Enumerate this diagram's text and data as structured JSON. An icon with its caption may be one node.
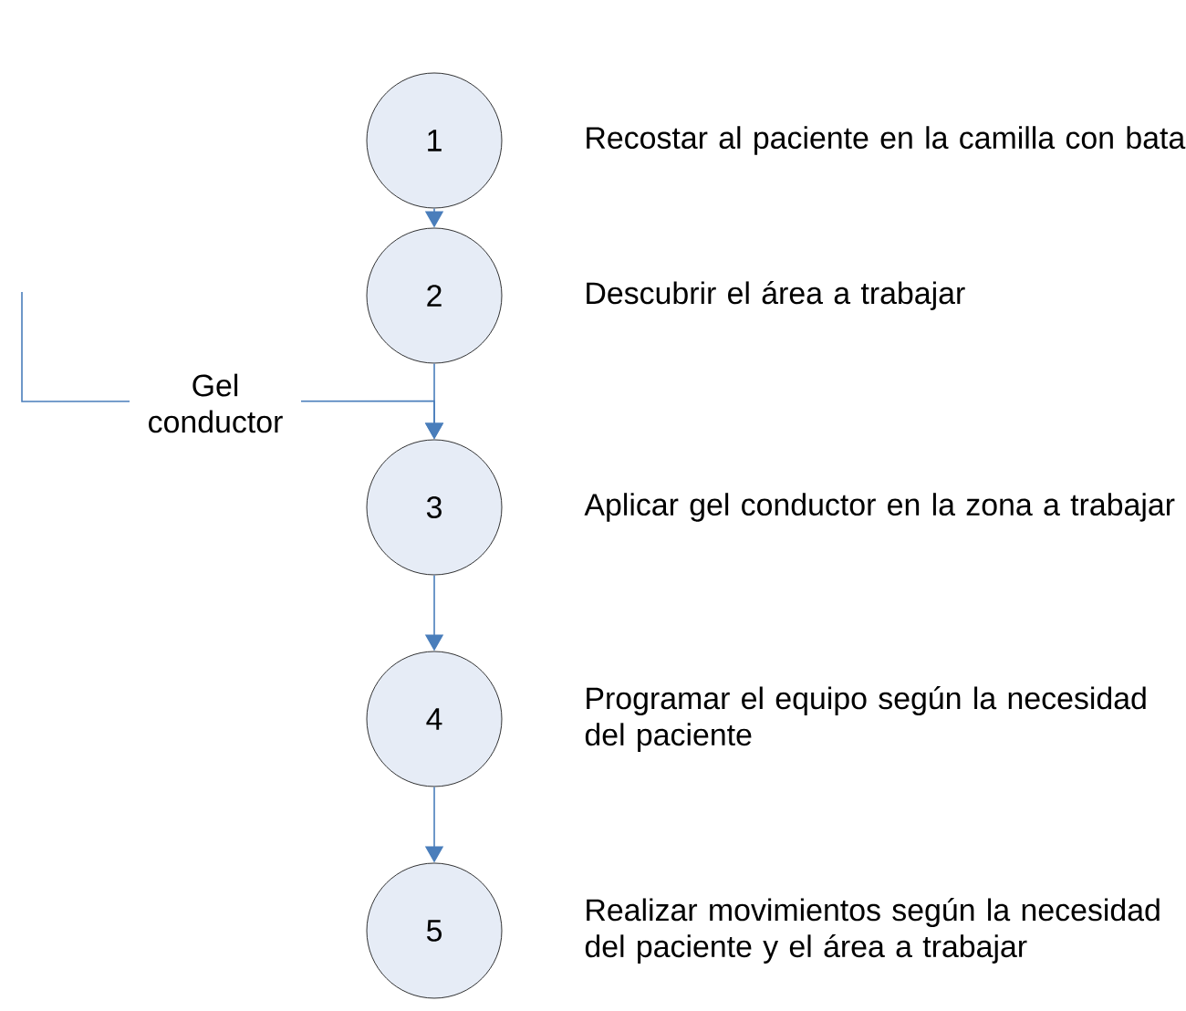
{
  "diagram": {
    "nodes": [
      {
        "text": [
          "1"
        ],
        "beside": [
          "Recostar al paciente en la camilla con bata"
        ]
      },
      {
        "text": [
          "2"
        ],
        "beside": [
          "Descubrir el área a trabajar"
        ]
      },
      {
        "text": [
          "3"
        ],
        "beside": [
          "Aplicar gel conductor en la zona a trabajar"
        ]
      },
      {
        "text": [
          "4"
        ],
        "beside": [
          "Programar el equipo según la necesidad del paciente"
        ]
      },
      {
        "text": [
          "5"
        ],
        "beside": [
          "Realizar movimientos según la necesidad del paciente y el área a trabajar"
        ]
      }
    ],
    "edges": [
      {
        "from": 0,
        "to": 1,
        "arrow": "to"
      },
      {
        "from": 1,
        "to": 2,
        "arrow": "to"
      },
      {
        "from": null,
        "to": 2,
        "arrow": "to",
        "label": "Gel conductor"
      },
      {
        "from": 2,
        "to": 3,
        "arrow": "to"
      },
      {
        "from": 3,
        "to": 4,
        "arrow": "to"
      }
    ]
  }
}
